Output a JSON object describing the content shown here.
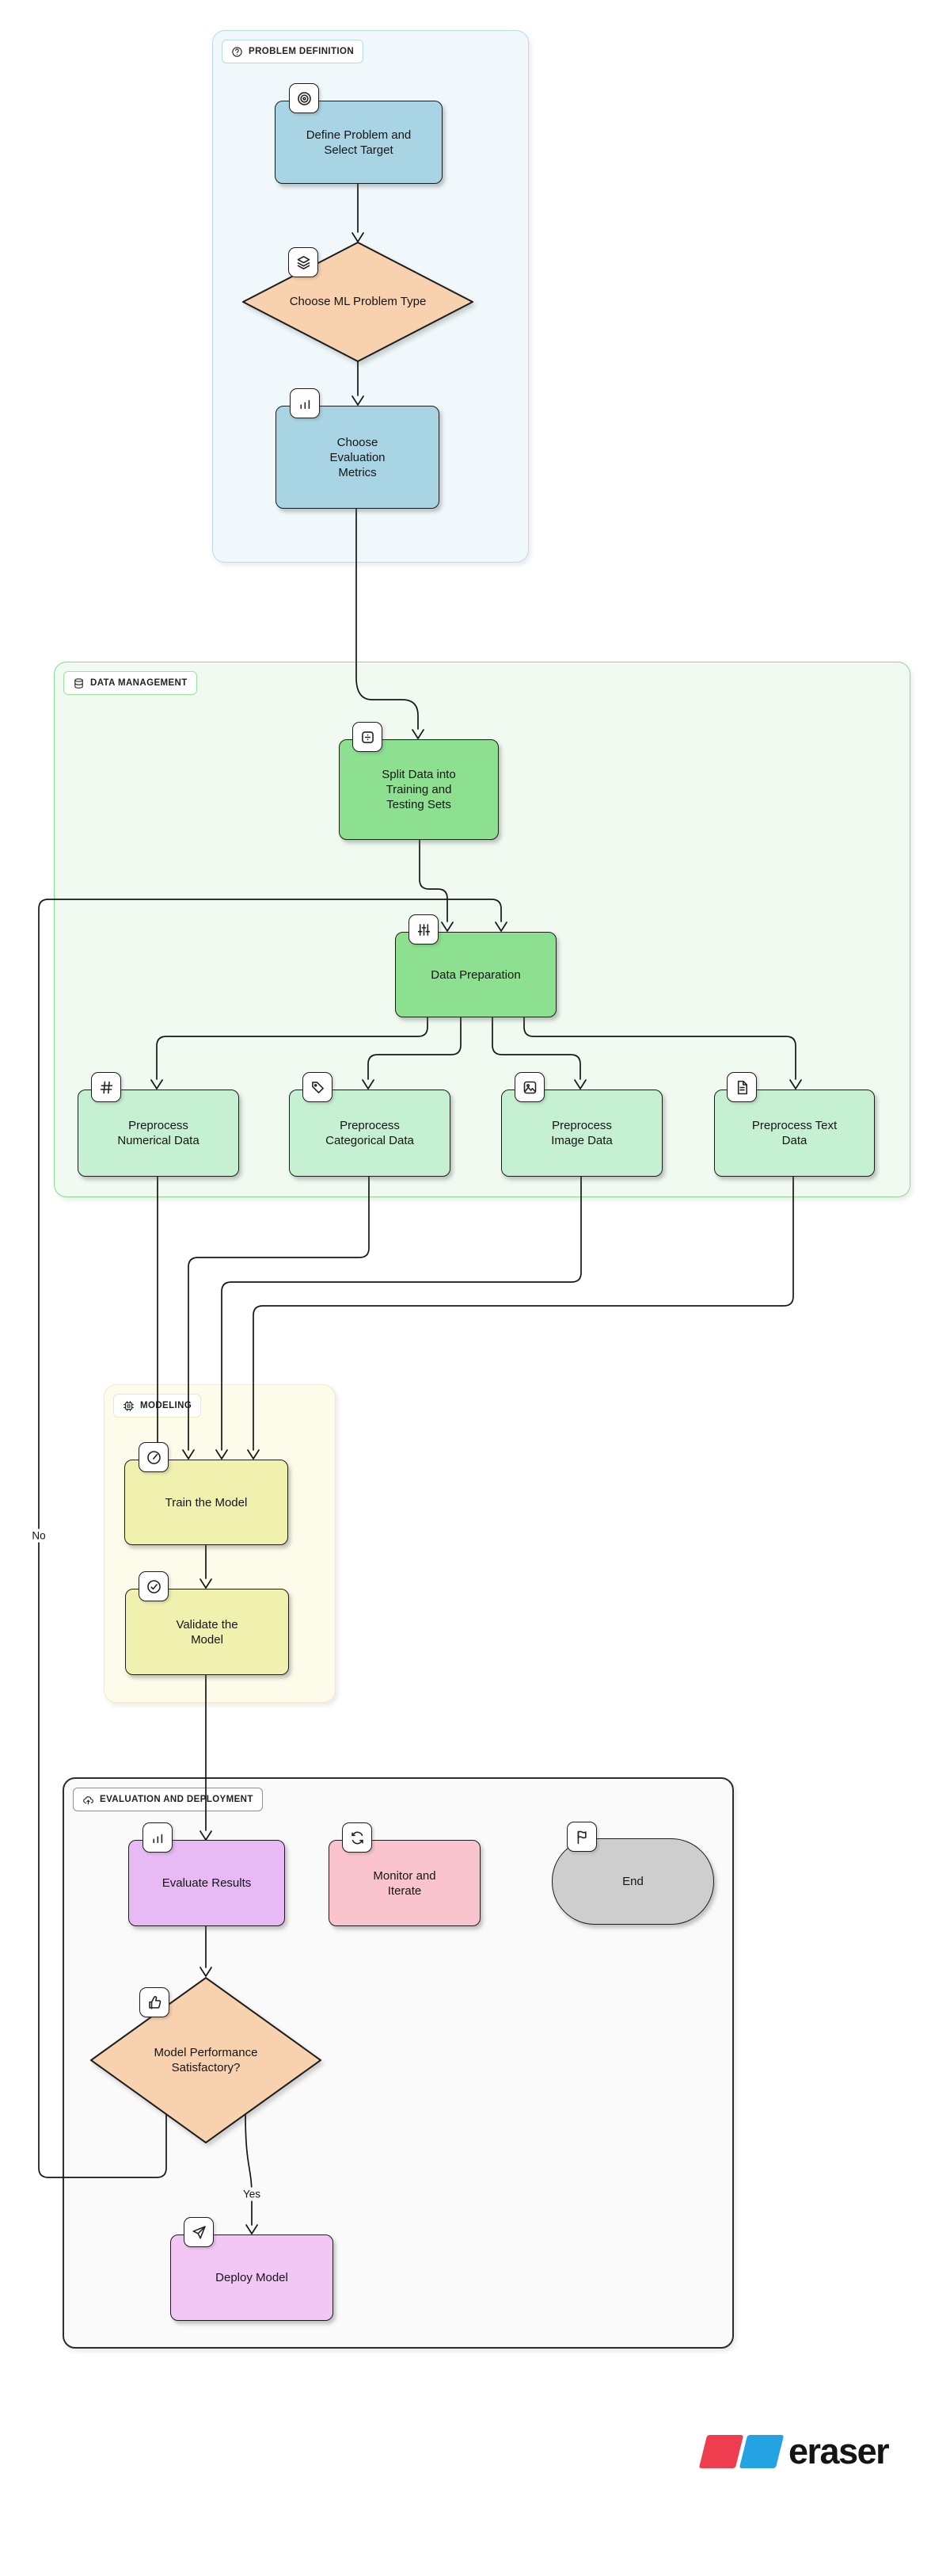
{
  "diagram": {
    "edge_color": "#161616",
    "edge_labels": {
      "no": "No",
      "yes": "Yes"
    },
    "containers": {
      "problem_definition": {
        "label": "PROBLEM DEFINITION",
        "icon": "help-circle-icon",
        "fill": "#f0f8fb",
        "border": "#b6dcec",
        "header_border": "#b6dcec"
      },
      "data_management": {
        "label": "DATA MANAGEMENT",
        "icon": "database-icon",
        "fill": "#f0faf1",
        "border": "#86de8b",
        "header_border": "#9ae4a0"
      },
      "modeling": {
        "label": "MODELING",
        "icon": "cpu-icon",
        "fill": "#fdfbe9",
        "border": "#f0ebc1",
        "header_border": "#efe9bd"
      },
      "evaluation_deployment": {
        "label": "EVALUATION AND DEPLOYMENT",
        "icon": "cloud-upload-icon",
        "fill": "#fafafa",
        "border": "#2d2d2d",
        "header_border": "#8f8f8f"
      }
    },
    "nodes": {
      "define_problem": {
        "label": "Define Problem and Select Target",
        "icon": "target-icon",
        "fill": "#a9d4e4"
      },
      "choose_ml_type": {
        "label": "Choose ML Problem Type",
        "icon": "layers-icon",
        "fill": "#f8d2ae"
      },
      "choose_metrics": {
        "label": "Choose Evaluation Metrics",
        "icon": "bar-chart-icon",
        "fill": "#a9d4e4"
      },
      "split_data": {
        "label": "Split Data into Training and Testing Sets",
        "icon": "divide-icon",
        "fill": "#8ce08f"
      },
      "data_preparation": {
        "label": "Data Preparation",
        "icon": "sliders-icon",
        "fill": "#8ce08f"
      },
      "preprocess_numerical": {
        "label": "Preprocess Numerical Data",
        "icon": "hash-icon",
        "fill": "#c5f1d2"
      },
      "preprocess_categorical": {
        "label": "Preprocess Categorical Data",
        "icon": "tag-icon",
        "fill": "#c5f1d2"
      },
      "preprocess_image": {
        "label": "Preprocess Image Data",
        "icon": "image-icon",
        "fill": "#c5f1d2"
      },
      "preprocess_text": {
        "label": "Preprocess Text Data",
        "icon": "file-text-icon",
        "fill": "#c5f1d2"
      },
      "train_model": {
        "label": "Train the Model",
        "icon": "gauge-icon",
        "fill": "#f0f1af"
      },
      "validate_model": {
        "label": "Validate the Model",
        "icon": "check-circle-icon",
        "fill": "#f0f1af"
      },
      "evaluate_results": {
        "label": "Evaluate Results",
        "icon": "bar-chart-icon",
        "fill": "#e7baf5"
      },
      "monitor_iterate": {
        "label": "Monitor and Iterate",
        "icon": "refresh-icon",
        "fill": "#f9c4ce"
      },
      "end": {
        "label": "End",
        "icon": "flag-icon",
        "fill": "#cecece"
      },
      "performance_check": {
        "label": "Model Performance Satisfactory?",
        "icon": "thumbs-up-icon",
        "fill": "#f8d2ae"
      },
      "deploy_model": {
        "label": "Deploy Model",
        "icon": "send-icon",
        "fill": "#f2c7f6"
      }
    }
  },
  "branding": {
    "logo_text": "eraser",
    "logo_red": "#ee3d4e",
    "logo_blue": "#24a3e3"
  }
}
